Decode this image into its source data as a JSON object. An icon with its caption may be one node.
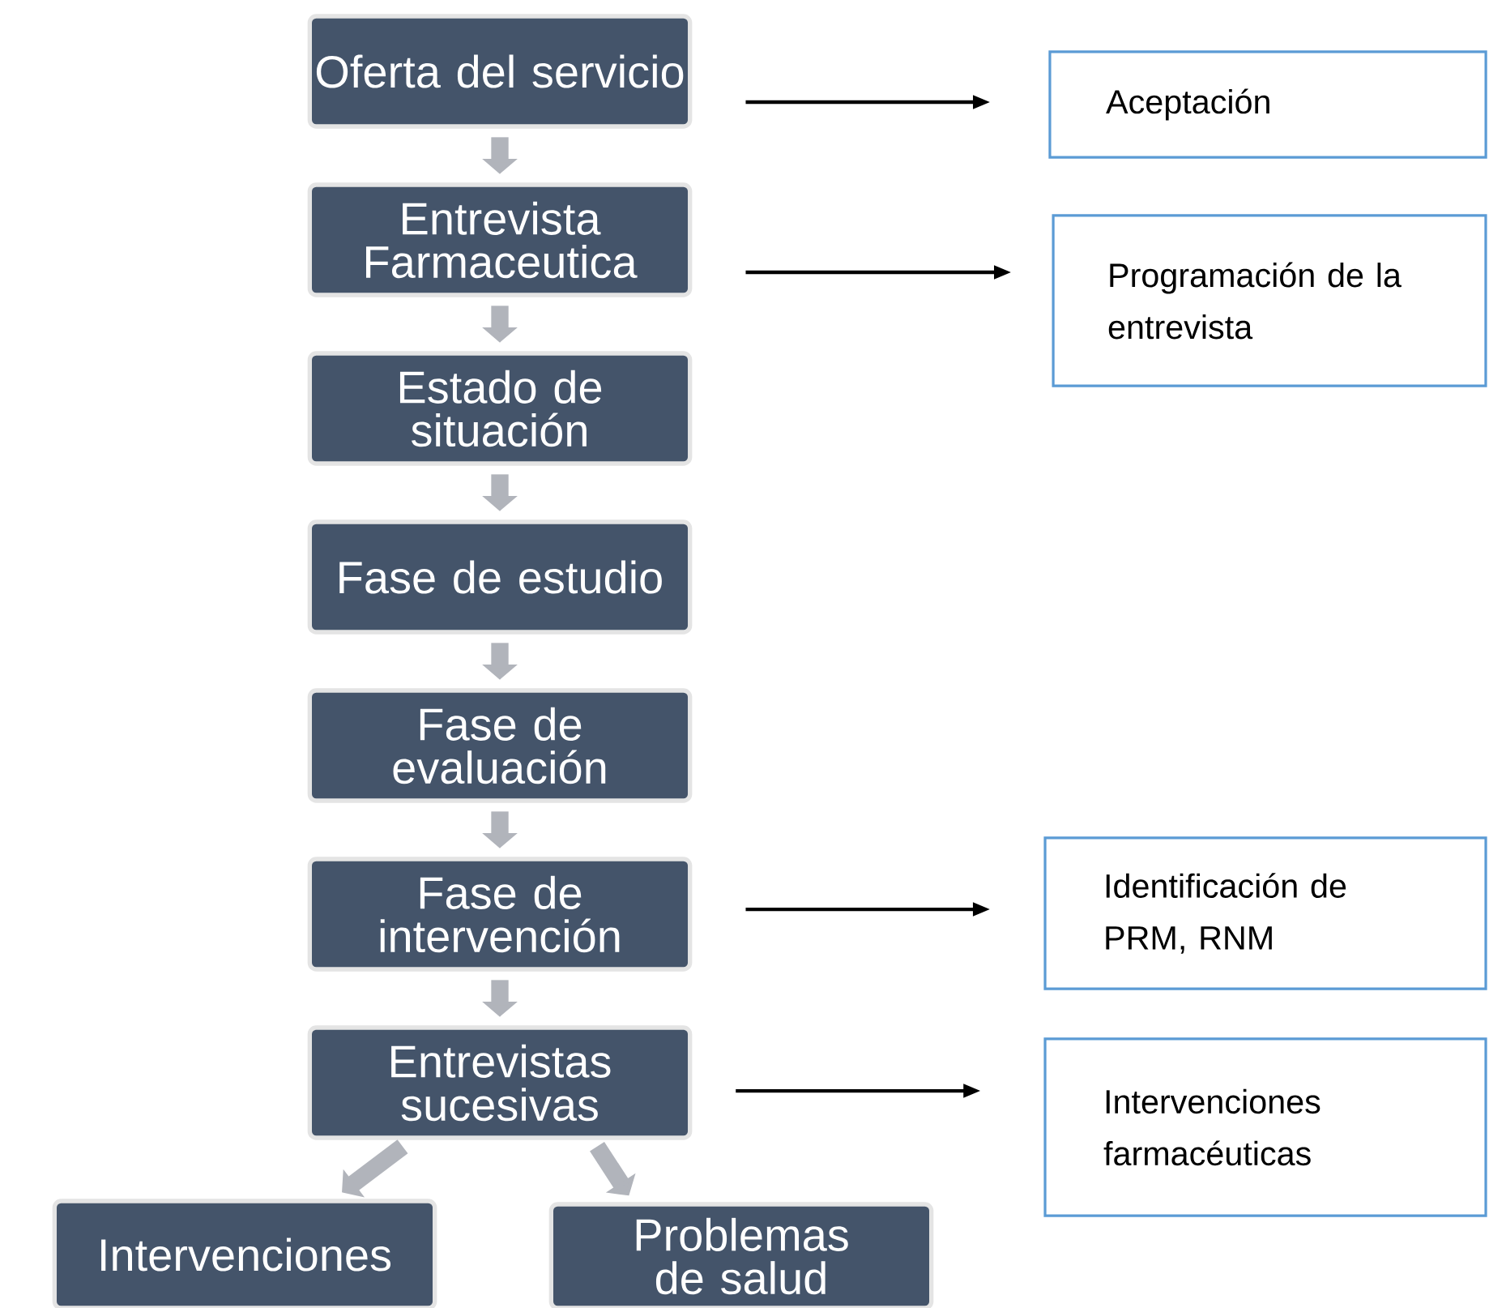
{
  "diagram": {
    "nodes": [
      {
        "text": [
          "Oferta del servicio"
        ]
      },
      {
        "text": [
          "Entrevista Farmaceutica"
        ]
      },
      {
        "text": [
          "Estado de situación"
        ]
      },
      {
        "text": [
          "Fase de estudio"
        ]
      },
      {
        "text": [
          "Fase de evaluación"
        ]
      },
      {
        "text": [
          "Fase de intervención"
        ]
      },
      {
        "text": [
          "Entrevistas sucesivas"
        ]
      },
      {
        "text": [
          "Intervenciones"
        ]
      },
      {
        "text": [
          "Problemas de salud"
        ]
      },
      {
        "text": [
          "Aceptación"
        ]
      },
      {
        "text": [
          "Programación de la entrevista"
        ]
      },
      {
        "text": [
          "Identificación de PRM, RNM"
        ]
      },
      {
        "text": [
          "Intervenciones farmacéuticas"
        ]
      }
    ],
    "edges": [
      {
        "from": 0,
        "to": 1,
        "arrow": "to"
      },
      {
        "from": 1,
        "to": 2,
        "arrow": "to"
      },
      {
        "from": 2,
        "to": 3,
        "arrow": "to"
      },
      {
        "from": 3,
        "to": 4,
        "arrow": "to"
      },
      {
        "from": 4,
        "to": 5,
        "arrow": "to"
      },
      {
        "from": 5,
        "to": 6,
        "arrow": "to"
      },
      {
        "from": 6,
        "to": 7,
        "arrow": "to"
      },
      {
        "from": 6,
        "to": 8,
        "arrow": "to"
      },
      {
        "from": 0,
        "to": 9,
        "arrow": "to",
        "color": "#000000"
      },
      {
        "from": 1,
        "to": 10,
        "arrow": "to",
        "color": "#000000"
      },
      {
        "from": 5,
        "to": 11,
        "arrow": "to",
        "color": "#000000"
      },
      {
        "from": 6,
        "to": 12,
        "arrow": "to",
        "color": "#000000"
      }
    ]
  }
}
